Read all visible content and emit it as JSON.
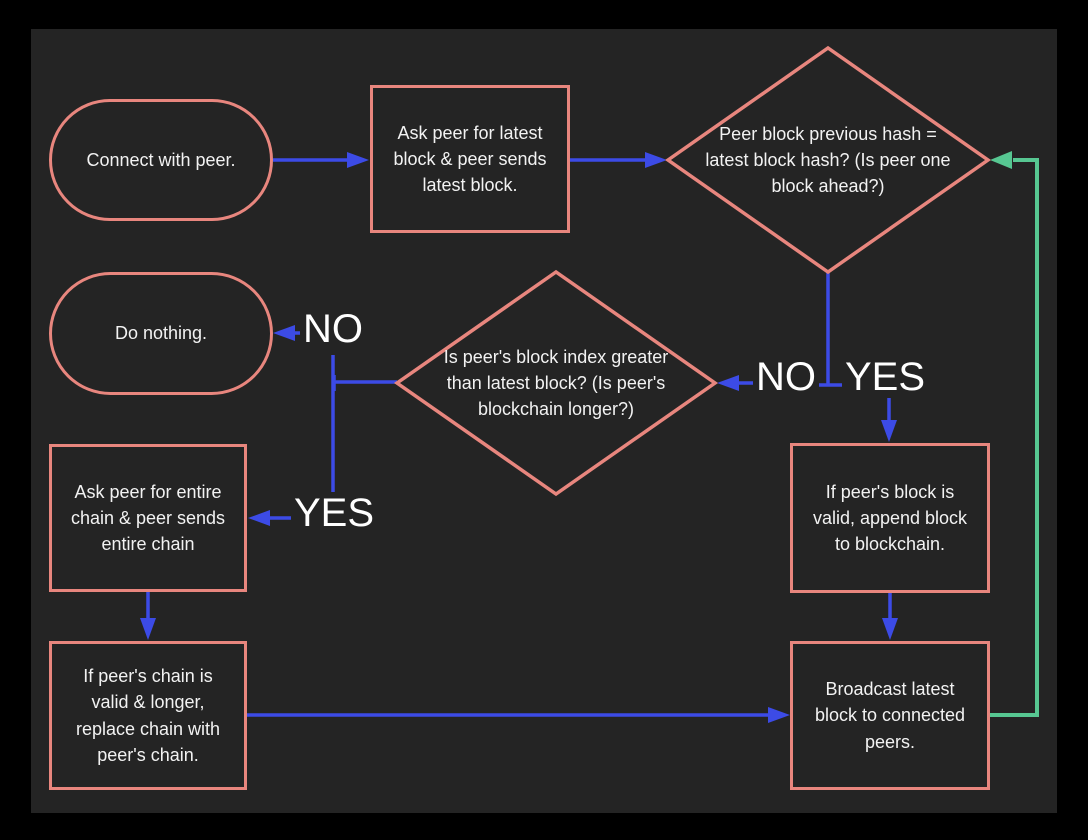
{
  "colors": {
    "outer_background": "#000000",
    "canvas_background": "#242424",
    "node_border": "#e8867e",
    "connector_blue": "#3c4be6",
    "connector_green": "#57c792",
    "text": "#f2f2f2"
  },
  "nodes": {
    "start": {
      "type": "terminator",
      "text": "Connect with peer.",
      "lines": [
        "Connect with peer."
      ]
    },
    "ask_latest": {
      "type": "process",
      "text": "Ask peer for latest block & peer sends latest block.",
      "lines": [
        "Ask peer for latest",
        "block & peer sends",
        "latest block."
      ]
    },
    "check_hash": {
      "type": "decision",
      "text": "Peer block previous hash = latest block hash? (Is peer one block ahead?)",
      "lines": [
        "Peer block previous hash =",
        "latest block hash? (Is peer one",
        "block ahead?)"
      ]
    },
    "do_nothing": {
      "type": "terminator",
      "text": "Do nothing.",
      "lines": [
        "Do nothing."
      ]
    },
    "check_index": {
      "type": "decision",
      "text": "Is peer's block index greater than latest block? (Is peer's blockchain longer?)",
      "lines": [
        "Is peer's block index greater",
        "than latest block? (Is peer's",
        "blockchain longer?)"
      ]
    },
    "append_block": {
      "type": "process",
      "text": "If peer's block is valid, append block to blockchain.",
      "lines": [
        "If peer's block is",
        "valid, append block",
        "to blockchain."
      ]
    },
    "ask_chain": {
      "type": "process",
      "text": "Ask peer for entire chain & peer sends entire chain",
      "lines": [
        "Ask peer for entire",
        "chain & peer sends",
        "entire chain"
      ]
    },
    "replace_chain": {
      "type": "process",
      "text": "If peer's chain is valid & longer, replace chain with peer's chain.",
      "lines": [
        "If peer's chain is",
        "valid & longer,",
        "replace chain with",
        "peer's chain."
      ]
    },
    "broadcast": {
      "type": "process",
      "text": "Broadcast latest block to connected peers.",
      "lines": [
        "Broadcast latest",
        "block to connected",
        "peers."
      ]
    }
  },
  "labels": {
    "no_to_do_nothing": "NO",
    "yes_to_ask_chain": "YES",
    "no_to_check_index": "NO",
    "yes_to_append": "YES"
  }
}
